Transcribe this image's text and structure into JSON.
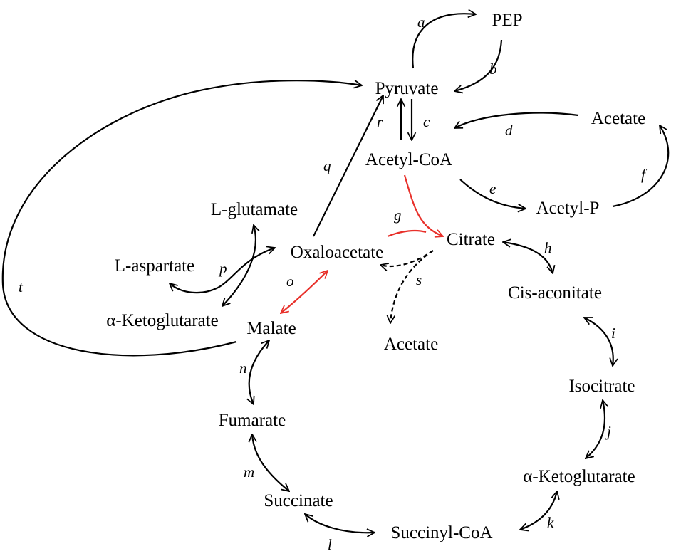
{
  "metabolites": {
    "pep": "PEP",
    "pyruvate": "Pyruvate",
    "acetyl_coa": "Acetyl-CoA",
    "acetate_top": "Acetate",
    "acetyl_p": "Acetyl-P",
    "citrate": "Citrate",
    "cis_aconitate": "Cis-aconitate",
    "isocitrate": "Isocitrate",
    "akg_right": "α-Ketoglutarate",
    "succinyl_coa": "Succinyl-CoA",
    "succinate": "Succinate",
    "fumarate": "Fumarate",
    "malate": "Malate",
    "oxaloacetate": "Oxaloacetate",
    "l_glutamate": "L-glutamate",
    "l_aspartate": "L-aspartate",
    "akg_left": "α-Ketoglutarate",
    "acetate_bottom": "Acetate"
  },
  "reactions": {
    "a": "a",
    "b": "b",
    "c": "c",
    "d": "d",
    "e": "e",
    "f": "f",
    "g": "g",
    "h": "h",
    "i": "i",
    "j": "j",
    "k": "k",
    "l": "l",
    "m": "m",
    "n": "n",
    "o": "o",
    "p": "p",
    "q": "q",
    "r": "r",
    "s": "s",
    "t": "t"
  },
  "colors": {
    "default_arrow": "#000000",
    "highlight_arrow": "#e8302a"
  }
}
